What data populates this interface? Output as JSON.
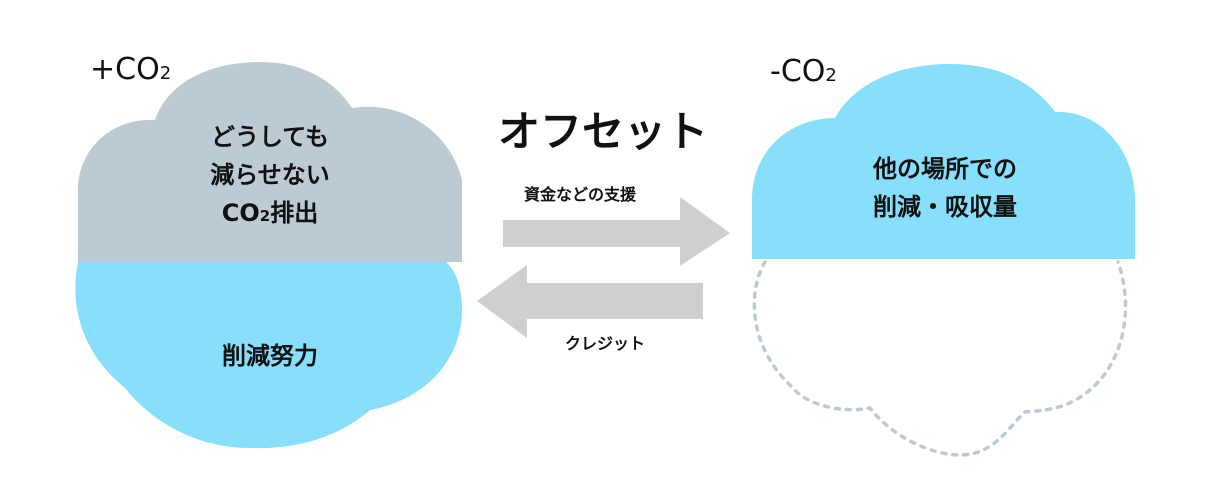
{
  "left": {
    "label_prefix": "+CO",
    "label_sub": "2",
    "top_lines": [
      "どうしても",
      "減らせない"
    ],
    "top_line3_prefix": "CO",
    "top_line3_sub": "2",
    "top_line3_suffix": "排出",
    "bottom_text": "削減努力",
    "top_color": "#BCCAD3",
    "bottom_color": "#87DFFC"
  },
  "center": {
    "title": "オフセット",
    "arrow_right_label": "資金などの支援",
    "arrow_left_label": "クレジット",
    "arrow_color": "#CFCFCF"
  },
  "right": {
    "label_prefix": "-CO",
    "label_sub": "2",
    "lines": [
      "他の場所での",
      "削減・吸収量"
    ],
    "top_color": "#87DFFC",
    "dashed_color": "#BCCAD3"
  }
}
